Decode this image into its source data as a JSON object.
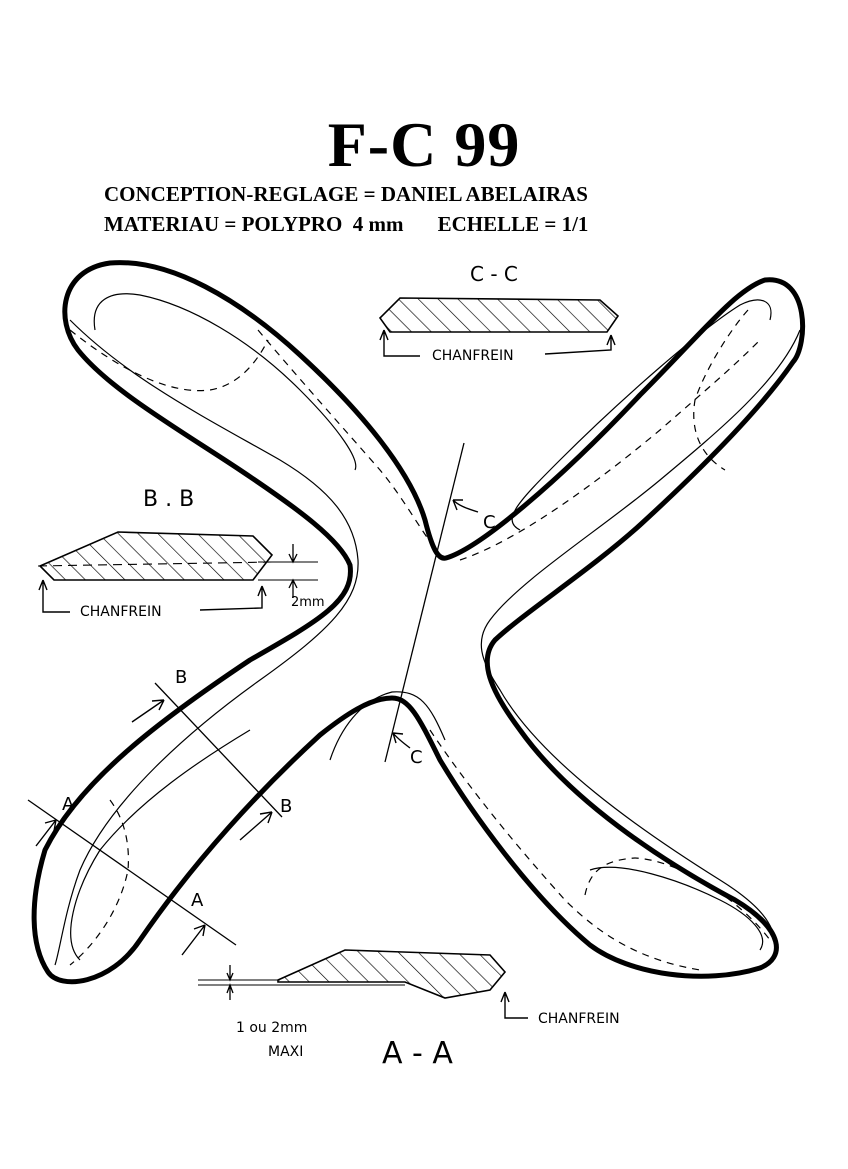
{
  "header": {
    "title": "F-C 99",
    "designer_line": "CONCEPTION-REGLAGE = DANIEL ABELAIRAS",
    "material_line": "MATERIAU = POLYPRO  4 mm",
    "scale_line": "ECHELLE = 1/1"
  },
  "sections": {
    "cc": {
      "label": "C - C",
      "chamfer": "CHANFREIN"
    },
    "bb": {
      "label": "B . B",
      "chamfer": "CHANFREIN",
      "thickness": "2mm"
    },
    "aa": {
      "label": "A - A",
      "chamfer": "CHANFREIN",
      "thickness_line1": "1 ou 2mm",
      "thickness_line2": "MAXI"
    }
  },
  "cut_marks": {
    "c_upper": "C",
    "c_lower": "C",
    "b_top": "B",
    "b_bottom": "B",
    "a_left": "A",
    "a_right": "A"
  }
}
